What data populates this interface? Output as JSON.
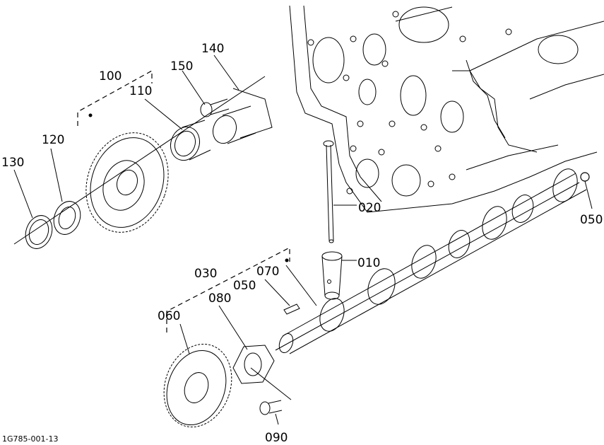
{
  "figure_code": "1G785-001-13",
  "labels": {
    "p010": "010",
    "p020": "020",
    "p030": "030",
    "p050a": "050",
    "p050b": "050",
    "p060": "060",
    "p070": "070",
    "p080": "080",
    "p090": "090",
    "p100": "100",
    "p110": "110",
    "p120": "120",
    "p130": "130",
    "p140": "140",
    "p150": "150"
  }
}
